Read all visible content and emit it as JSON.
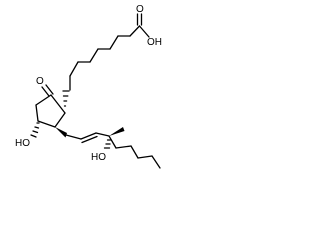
{
  "molecule": {
    "atom_labels": {
      "carboxyl_oh": "OH",
      "carboxyl_o": "O",
      "ketone_o": "O",
      "ring_hydroxyl": "HO",
      "chain_hydroxyl": "HO"
    },
    "colors": {
      "bonds": "#000000",
      "text": "#000000",
      "background": "#ffffff"
    }
  }
}
